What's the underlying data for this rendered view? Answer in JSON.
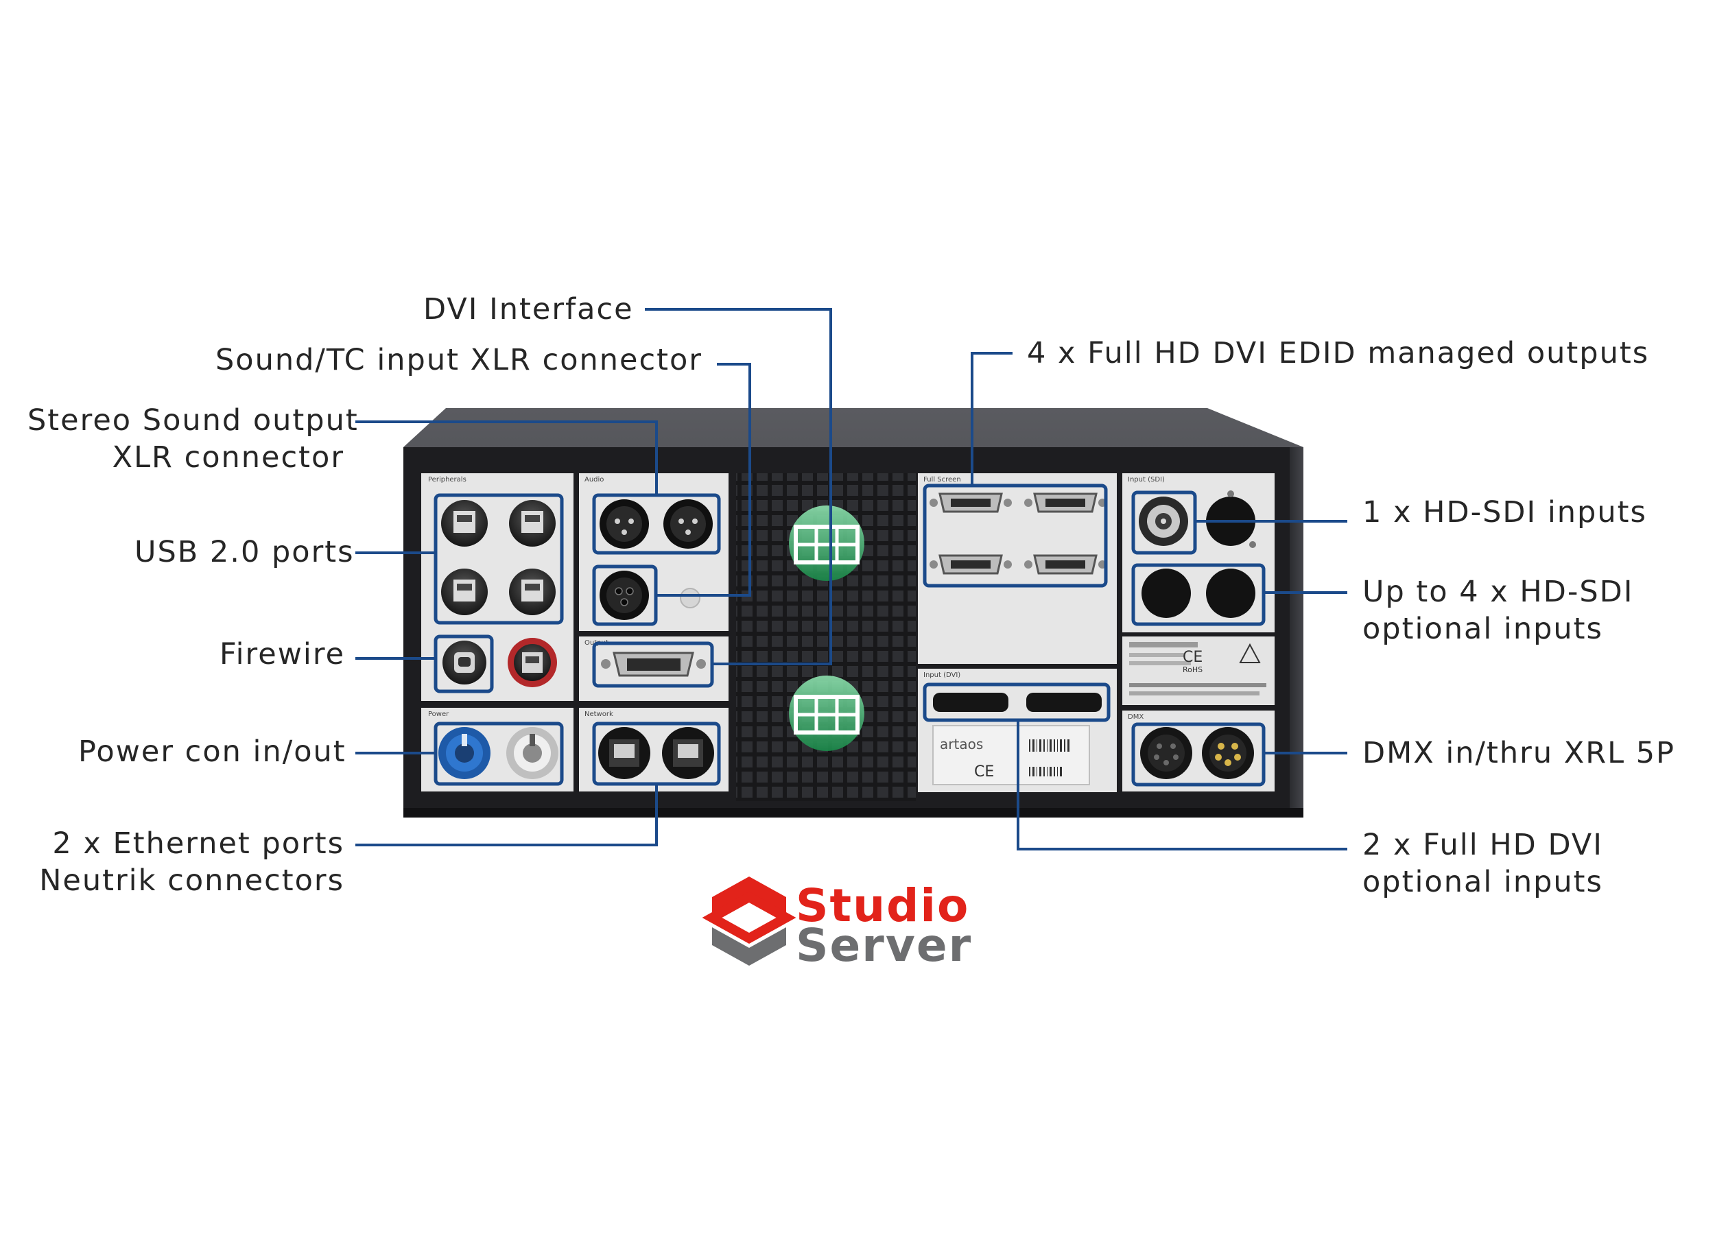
{
  "callouts": {
    "dvi_interface": "DVI Interface",
    "sound_tc_input": "Sound/TC input XLR connector",
    "stereo_output": [
      "Stereo Sound output",
      "XLR connector"
    ],
    "usb_ports": "USB 2.0 ports",
    "firewire": "Firewire",
    "power_con": "Power con in/out",
    "ethernet": [
      "2 x Ethernet ports",
      "Neutrik connectors"
    ],
    "dvi_outputs": "4 x Full HD DVI EDID managed outputs",
    "hd_sdi_input": "1 x HD-SDI inputs",
    "hd_sdi_optional": [
      "Up to 4 x HD-SDI",
      "optional inputs"
    ],
    "dmx": "DMX in/thru XRL 5P",
    "dvi_optional": [
      "2 x Full HD DVI",
      "optional inputs"
    ]
  },
  "logo": {
    "line1": "Studio",
    "line2": "Server",
    "colors": {
      "red": "#e2231a",
      "gray": "#6d6e70"
    }
  },
  "panel_labels": {
    "peripherals": "Peripherals",
    "audio": "Audio",
    "output": "Output",
    "power": "Power",
    "network": "Network",
    "full_screen": "Full Screen",
    "input_dvi": "Input (DVI)",
    "input_sdi": "Input (SDI)",
    "dmx": "DMX",
    "brand": "artaos",
    "ce": "CE",
    "rohs": "RoHS"
  },
  "colors": {
    "leader": "#1b4a8a",
    "chassis": "#2a2a2c",
    "panel": "#e8e8e8",
    "label_text": "#262626"
  }
}
